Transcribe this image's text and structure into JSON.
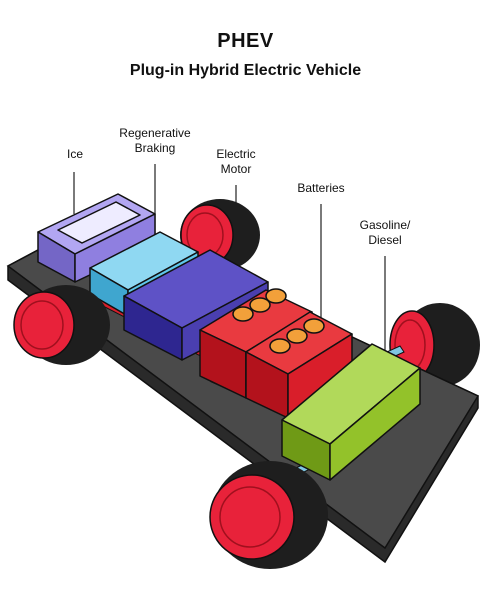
{
  "header": {
    "title": "PHEV",
    "subtitle": "Plug-in Hybrid Electric Vehicle"
  },
  "labels": {
    "ice": "Ice",
    "regen_line1": "Regenerative",
    "regen_line2": "Braking",
    "motor_line1": "Electric",
    "motor_line2": "Motor",
    "batteries": "Batteries",
    "fuel_line1": "Gasoline/",
    "fuel_line2": "Diesel"
  },
  "colors": {
    "chassis": "#4a4a4a",
    "wheel_red": "#e8223a",
    "tire": "#1e1e1e",
    "ice_block": "#8f7fe0",
    "regen_block": "#5fc6ea",
    "motor_block": "#4a3fb0",
    "battery_block": "#d91e2a",
    "fuel_block": "#93c22a",
    "terminal": "#f2a03a",
    "pipe": "#d81e2a",
    "axle": "#7fc7e3"
  }
}
